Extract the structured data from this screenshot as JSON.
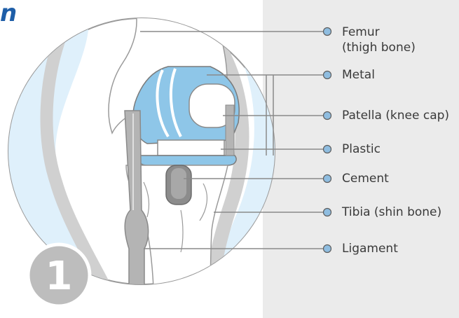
{
  "title_fragment": "n",
  "step_number": "1",
  "labels": {
    "femur": {
      "line1": "Femur",
      "line2": "(thigh bone)"
    },
    "metal": "Metal",
    "patella": "Patella (knee cap)",
    "plastic": "Plastic",
    "cement": "Cement",
    "tibia": "Tibia (shin bone)",
    "ligament": "Ligament"
  },
  "colors": {
    "title": "#1e5ea8",
    "implant_blue": "#8ec6e8",
    "skin_tint": "#dff0fb",
    "bone_outline": "#9a9a9a",
    "ligament": "#b4b4b4",
    "side_panel": "#ebebeb",
    "badge": "#bdbdbd",
    "marker": "#8fbde0"
  }
}
